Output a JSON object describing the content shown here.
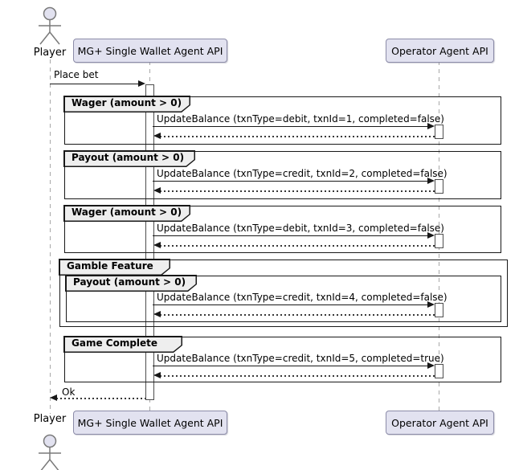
{
  "actors": {
    "top": "Player",
    "bottom": "Player"
  },
  "participants": {
    "wallet_top": "MG+ Single Wallet Agent API",
    "operator_top": "Operator Agent API",
    "wallet_bottom": "MG+ Single Wallet Agent API",
    "operator_bottom": "Operator Agent API"
  },
  "messages": {
    "place_bet": "Place bet",
    "ok_return": "Ok"
  },
  "group": {
    "label": "Gamble Feature"
  },
  "fragments": [
    {
      "label": "Wager (amount > 0)",
      "message": "UpdateBalance (txnType=debit, txnId=1, completed=false)"
    },
    {
      "label": "Payout (amount > 0)",
      "message": "UpdateBalance (txnType=credit, txnId=2, completed=false)"
    },
    {
      "label": "Wager (amount > 0)",
      "message": "UpdateBalance (txnType=debit, txnId=3, completed=false)"
    },
    {
      "label": "Payout (amount > 0)",
      "message": "UpdateBalance (txnType=credit, txnId=4, completed=false)"
    },
    {
      "label": "Game Complete",
      "message": "UpdateBalance (txnType=credit, txnId=5, completed=true)"
    }
  ],
  "colors": {
    "participant_fill": "#E2E2F0",
    "participant_border": "#8c8ca8",
    "fragment_label_fill": "#EEEEEE",
    "frame_border": "#181818",
    "lifeline": "#A8A8A8",
    "activation_fill": "#FFFFFF"
  }
}
